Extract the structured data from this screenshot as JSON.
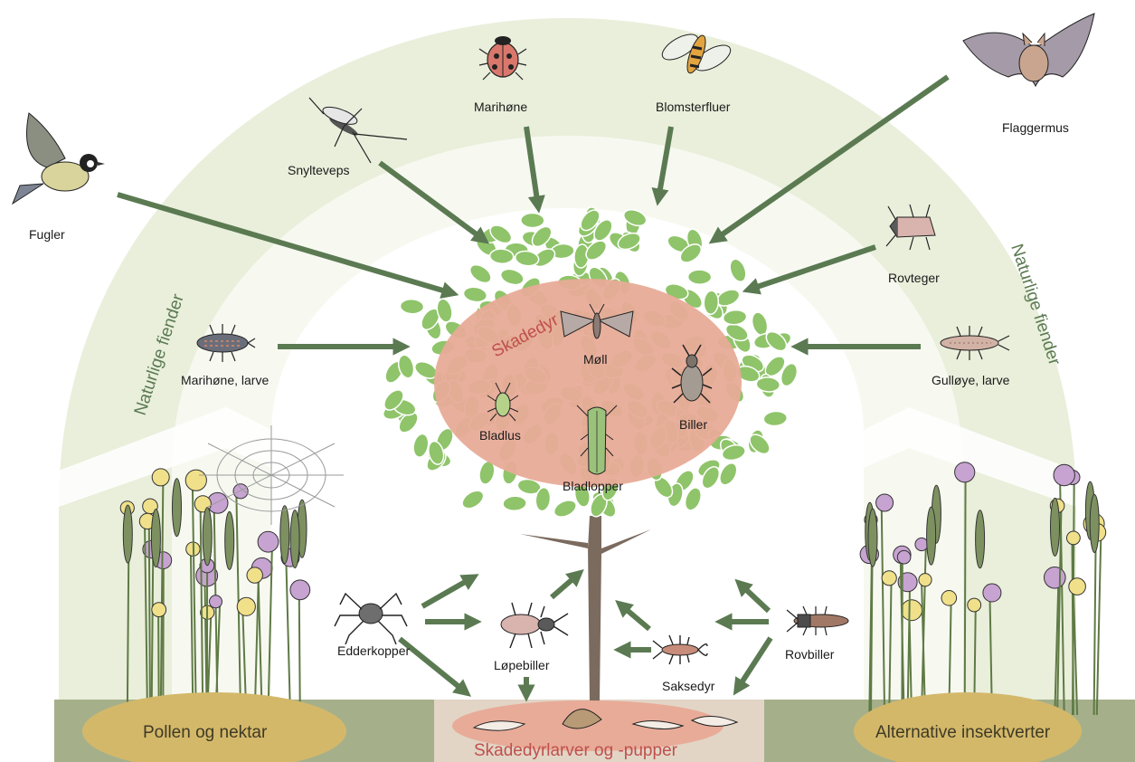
{
  "pest_group": {
    "title": "Skadedyr",
    "members": [
      "Møll",
      "Bladlus",
      "Biller",
      "Bladlopper"
    ]
  },
  "natural_enemies_label": "Naturlige fiender",
  "enemies": {
    "birds": "Fugler",
    "parasitic_wasps": "Snylteveps",
    "ladybird": "Marihøne",
    "hoverflies": "Blomsterfluer",
    "bats": "Flaggermus",
    "predatory_bugs": "Rovteger",
    "ladybird_larva": "Marihøne, larve",
    "lacewing_larva": "Gulløye, larve",
    "spiders": "Edderkopper",
    "ground_beetles": "Løpebiller",
    "earwigs": "Saksedyr",
    "rove_beetles": "Rovbiller"
  },
  "resources": {
    "left": "Pollen og nektar",
    "center": "Skadedyrlarver og -pupper",
    "right": "Alternative insektverter"
  },
  "colors": {
    "arrow": "#5b7a52",
    "arch": "#eef2e2",
    "pest_ellipse": "#e8ab98",
    "pest_title": "#c0504d",
    "ground": "#a5b08b",
    "resource_ellipse": "#d4b86a",
    "foliage": "#8fc46a",
    "trunk": "#7b6a5e"
  }
}
